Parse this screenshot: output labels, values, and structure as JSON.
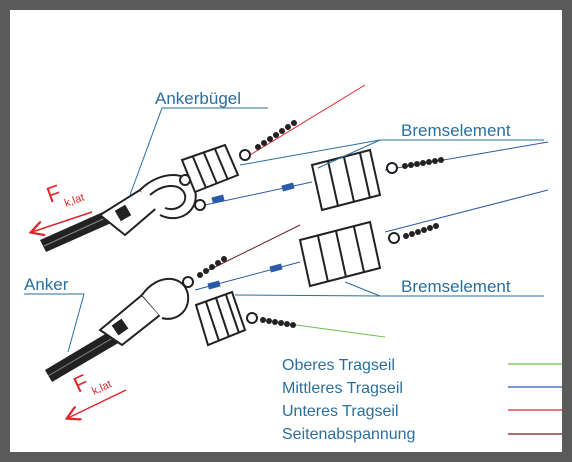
{
  "labels": {
    "ankerbuegel": "Ankerbügel",
    "bremselement_top": "Bremselement",
    "bremselement_bottom": "Bremselement",
    "anker": "Anker",
    "force_top_main": "F",
    "force_top_sub": "k,lat",
    "force_bottom_main": "F",
    "force_bottom_sub": "k,lat"
  },
  "legend": [
    {
      "label": "Oberes Tragseil",
      "color": "#6cc04a"
    },
    {
      "label": "Mittleres Tragseil",
      "color": "#2a5aa8"
    },
    {
      "label": "Unteres Tragseil",
      "color": "#e0262b"
    },
    {
      "label": "Seitenabspannung",
      "color": "#6e1e22"
    }
  ],
  "colors": {
    "label_blue": "#2a6fa0",
    "force_red": "#e0262b",
    "frame": "#5a5a5a"
  }
}
